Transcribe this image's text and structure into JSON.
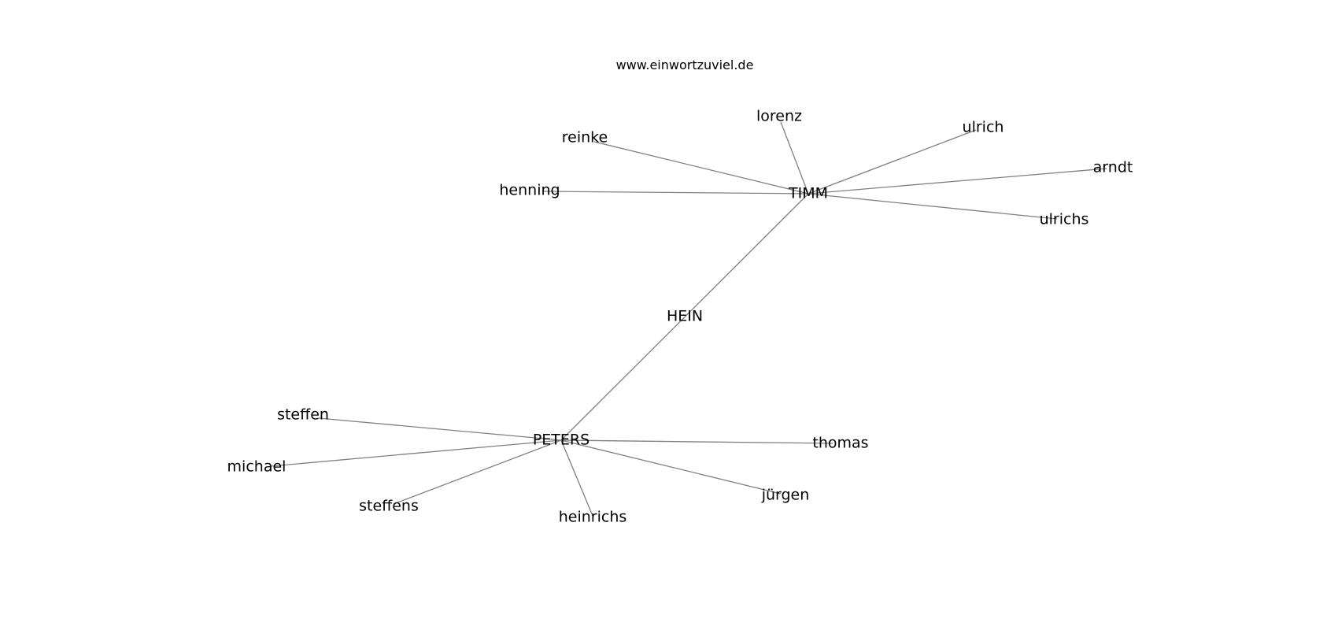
{
  "source": "www.einwortzuviel.de",
  "graph": {
    "nodes": [
      {
        "id": "TIMM",
        "label": "TIMM"
      },
      {
        "id": "HEIN",
        "label": "HEIN"
      },
      {
        "id": "PETERS",
        "label": "PETERS"
      },
      {
        "id": "lorenz",
        "label": "lorenz"
      },
      {
        "id": "reinke",
        "label": "reinke"
      },
      {
        "id": "ulrich",
        "label": "ulrich"
      },
      {
        "id": "arndt",
        "label": "arndt"
      },
      {
        "id": "henning",
        "label": "henning"
      },
      {
        "id": "ulrichs",
        "label": "ulrichs"
      },
      {
        "id": "steffen",
        "label": "steffen"
      },
      {
        "id": "michael",
        "label": "michael"
      },
      {
        "id": "steffens",
        "label": "steffens"
      },
      {
        "id": "heinrichs",
        "label": "heinrichs"
      },
      {
        "id": "thomas",
        "label": "thomas"
      },
      {
        "id": "juergen",
        "label": "jürgen"
      }
    ],
    "edges": [
      [
        "TIMM",
        "lorenz"
      ],
      [
        "TIMM",
        "reinke"
      ],
      [
        "TIMM",
        "ulrich"
      ],
      [
        "TIMM",
        "arndt"
      ],
      [
        "TIMM",
        "henning"
      ],
      [
        "TIMM",
        "ulrichs"
      ],
      [
        "TIMM",
        "PETERS"
      ],
      [
        "PETERS",
        "steffen"
      ],
      [
        "PETERS",
        "michael"
      ],
      [
        "PETERS",
        "steffens"
      ],
      [
        "PETERS",
        "heinrichs"
      ],
      [
        "PETERS",
        "thomas"
      ],
      [
        "PETERS",
        "juergen"
      ]
    ]
  }
}
